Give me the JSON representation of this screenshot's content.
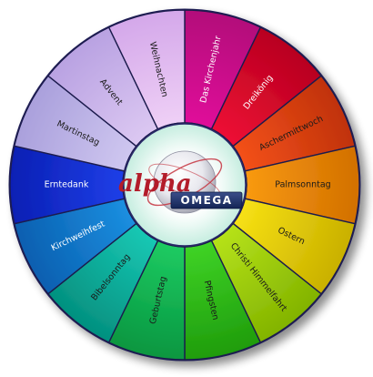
{
  "wheel": {
    "segments": [
      {
        "label": "Das Kirchenjahr",
        "color": "#e0119a",
        "dark": "#b3077a",
        "text": "light"
      },
      {
        "label": "Dreikönig",
        "color": "#ee1035",
        "dark": "#b8001f",
        "text": "light"
      },
      {
        "label": "Aschermittwoch",
        "color": "#f4511a",
        "dark": "#c0320a",
        "text": "dark"
      },
      {
        "label": "Palmsonntag",
        "color": "#f99a12",
        "dark": "#d27000",
        "text": "dark"
      },
      {
        "label": "Ostern",
        "color": "#f7e114",
        "dark": "#c9b000",
        "text": "dark"
      },
      {
        "label": "Christi Himmelfahrt",
        "color": "#b6e21a",
        "dark": "#82b300",
        "text": "dark"
      },
      {
        "label": "Pfingsten",
        "color": "#3fd326",
        "dark": "#1f9c0c",
        "text": "dark"
      },
      {
        "label": "Geburtstag",
        "color": "#1ecb62",
        "dark": "#079640",
        "text": "dark"
      },
      {
        "label": "Bibelsonntag",
        "color": "#18c8b4",
        "dark": "#04907f",
        "text": "dark"
      },
      {
        "label": "Kirchweihfest",
        "color": "#1b8fe0",
        "dark": "#0a5fb0",
        "text": "light"
      },
      {
        "label": "Erntedank",
        "color": "#1f3fe8",
        "dark": "#0a1fb4",
        "text": "light"
      },
      {
        "label": "Martinstag",
        "color": "#cfc7f0",
        "dark": "#aaa0dc",
        "text": "dark"
      },
      {
        "label": "Advent",
        "color": "#dcc8f2",
        "dark": "#b9a2e2",
        "text": "dark"
      },
      {
        "label": "Weihnachten",
        "color": "#efd0f6",
        "dark": "#d4a8ea",
        "text": "dark"
      }
    ]
  },
  "logo": {
    "alpha": "alpha",
    "omega": "OMEGA"
  }
}
